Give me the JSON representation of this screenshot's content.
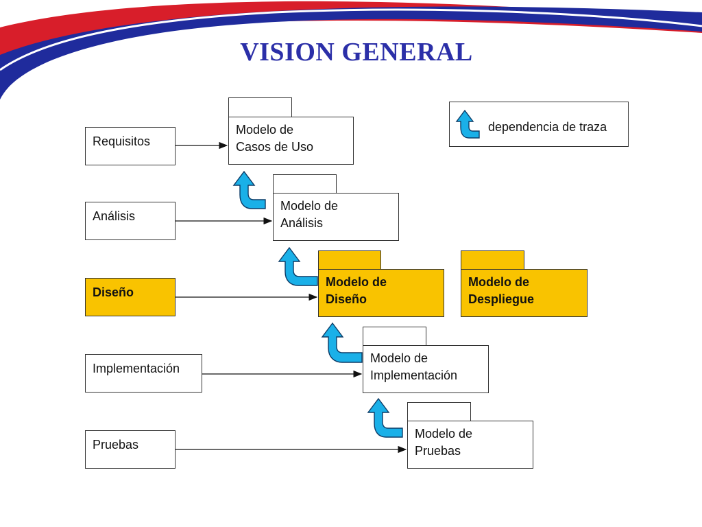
{
  "title": "VISION GENERAL",
  "legend": {
    "label": "dependencia de traza",
    "icon": "curved-up-arrow-icon"
  },
  "workflows": [
    {
      "label": "Requisitos"
    },
    {
      "label": "Análisis"
    },
    {
      "label": "Diseño"
    },
    {
      "label": "Implementación"
    },
    {
      "label": "Pruebas"
    }
  ],
  "models": [
    {
      "line1": "Modelo de",
      "line2": "Casos de Uso"
    },
    {
      "line1": "Modelo de",
      "line2": "Análisis"
    },
    {
      "line1": "Modelo de",
      "line2": "Diseño"
    },
    {
      "line1": "Modelo de",
      "line2": "Despliegue"
    },
    {
      "line1": "Modelo de",
      "line2": "Implementación"
    },
    {
      "line1": "Modelo de",
      "line2": "Pruebas"
    }
  ],
  "colors": {
    "title": "#2b2fa8",
    "highlight": "#f9c300",
    "trace_arrow": "#1ab0e8",
    "banner_blue": "#1f2b9c",
    "banner_red": "#d81e2a"
  }
}
